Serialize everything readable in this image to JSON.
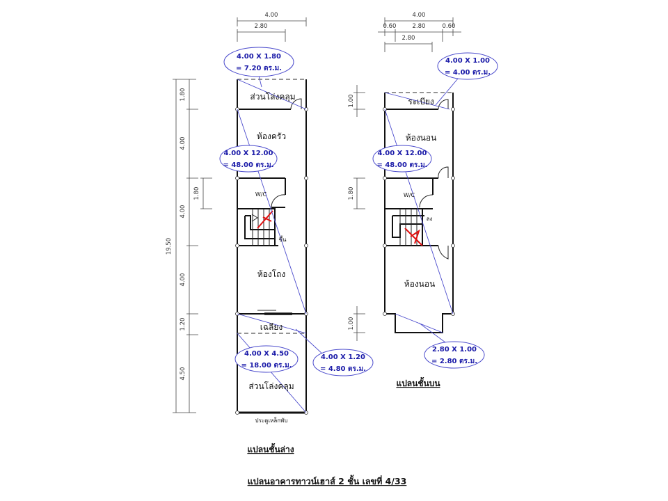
{
  "ground_floor": {
    "title": "แปลนชั้นล่าง",
    "dims_top": {
      "overall": "4.00",
      "inner": "2.80"
    },
    "dims_side": {
      "total": "19.50",
      "segments": [
        "1.80",
        "4.00",
        "4.00",
        "4.00",
        "1.20",
        "4.50"
      ],
      "wc": "1.80"
    },
    "rooms": {
      "rear_open": "ส่วนโล่งคลุม",
      "kitchen": "ห้องครัว",
      "wc": "W/C",
      "stair_up": "ขึ้น",
      "hall": "ห้องโถง",
      "porch": "เฉลียง",
      "front_open": "ส่วนโล่งคลุม",
      "door": "ประตูเหล็กพับ"
    },
    "areas": [
      {
        "dims": "4.00 X 1.80",
        "total": "= 7.20 ตร.ม."
      },
      {
        "dims": "4.00 X 12.00",
        "total": "= 48.00 ตร.ม."
      },
      {
        "dims": "4.00 X 4.50",
        "total": "= 18.00 ตร.ม."
      },
      {
        "dims": "4.00 X 1.20",
        "total": "= 4.80 ตร.ม."
      }
    ]
  },
  "upper_floor": {
    "title": "แปลนชั้นบน",
    "dims_top": {
      "overall": "4.00",
      "left": "0.60",
      "mid": "2.80",
      "right": "0.60",
      "inner": "2.80"
    },
    "dims_side": {
      "rear": "1.00",
      "wc": "1.80",
      "front": "1.00"
    },
    "rooms": {
      "balcony": "ระเบียง",
      "bedroom_rear": "ห้องนอน",
      "wc": "W/C",
      "stair_down": "ลง",
      "bedroom_front": "ห้องนอน"
    },
    "areas": [
      {
        "dims": "4.00 X 1.00",
        "total": "= 4.00 ตร.ม."
      },
      {
        "dims": "4.00 X 12.00",
        "total": "= 48.00 ตร.ม."
      },
      {
        "dims": "2.80 X 1.00",
        "total": "= 2.80 ตร.ม."
      }
    ]
  },
  "main_title": "แปลนอาคารทาวน์เฮาส์  2 ชั้น เลขที่ 4/33"
}
